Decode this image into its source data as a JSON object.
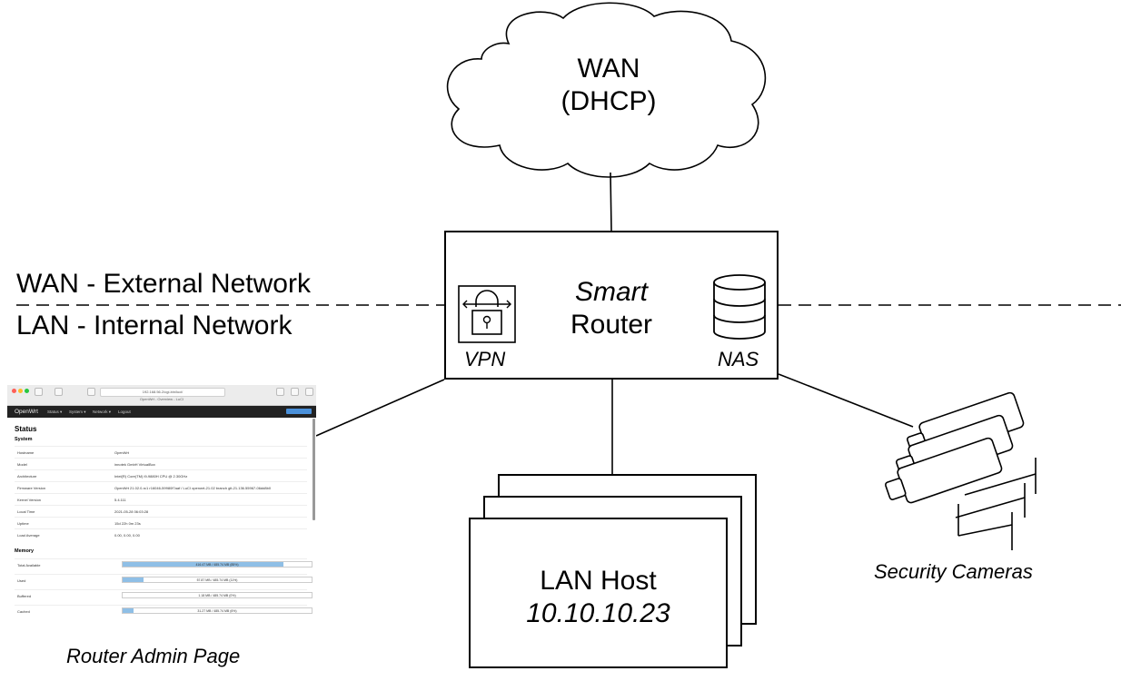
{
  "wan_cloud": {
    "line1": "WAN",
    "line2": "(DHCP)"
  },
  "zones": {
    "wan": "WAN - External Network",
    "lan": "LAN - Internal Network"
  },
  "router": {
    "title_italic": "Smart",
    "title": "Router",
    "vpn_label": "VPN",
    "nas_label": "NAS",
    "icons": [
      "lock-icon",
      "database-icon"
    ]
  },
  "lan_host": {
    "title": "LAN Host",
    "ip": "10.10.10.23"
  },
  "cameras": {
    "label": "Security Cameras",
    "icon": "security-camera-icon"
  },
  "admin_page": {
    "caption": "Router Admin Page",
    "url": "192.168.56.2/cgi-bin/luci/",
    "tab_title": "OpenWrt - Overview - LuCI",
    "brand": "OpenWrt",
    "menu": [
      "Status ▾",
      "System ▾",
      "Network ▾",
      "Logout"
    ],
    "heading": "Status",
    "system_title": "System",
    "system_rows": [
      {
        "key": "Hostname",
        "value": "OpenWrt"
      },
      {
        "key": "Model",
        "value": "innotek GmbH VirtualBox"
      },
      {
        "key": "Architecture",
        "value": "Intel(R) Core(TM) i9-9880H CPU @ 2.30GHz"
      },
      {
        "key": "Firmware Version",
        "value": "OpenWrt 21.02.0-rc1 r16046-59980f7aaf / LuCI openwrt-21.02 branch git-21.136.55967-06dd8b0"
      },
      {
        "key": "Kernel Version",
        "value": "5.4.111"
      },
      {
        "key": "Local Time",
        "value": "2021-05-28 06:03:28"
      },
      {
        "key": "Uptime",
        "value": "15d 22h 0m 23s"
      },
      {
        "key": "Load Average",
        "value": "0.00, 0.00, 0.00"
      }
    ],
    "memory_title": "Memory",
    "memory_rows": [
      {
        "key": "Total Available",
        "text": "416.47 MB / 485.74 MB (85%)",
        "fraction": 0.85
      },
      {
        "key": "Used",
        "text": "57.87 MB / 485.74 MB (11%)",
        "fraction": 0.11
      },
      {
        "key": "Buffered",
        "text": "1.18 MB / 485.74 MB (0%)",
        "fraction": 0.0
      },
      {
        "key": "Cached",
        "text": "31.27 MB / 485.74 MB (6%)",
        "fraction": 0.06
      }
    ]
  },
  "colors": {
    "line": "#000000",
    "progress": "#8fbfe6",
    "navbar": "#222222"
  }
}
